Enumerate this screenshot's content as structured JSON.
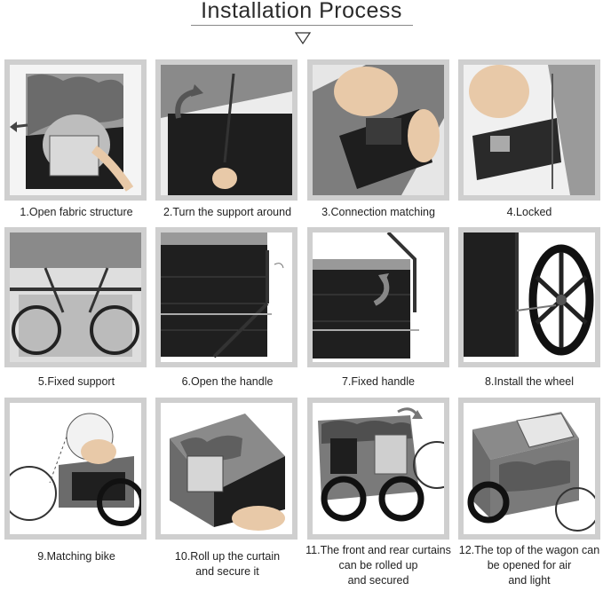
{
  "header": {
    "title": "Installation Process"
  },
  "steps": [
    {
      "caption": [
        "1.Open fabric structure"
      ]
    },
    {
      "caption": [
        "2.Turn the support around"
      ]
    },
    {
      "caption": [
        "3.Connection matching"
      ]
    },
    {
      "caption": [
        "4.Locked"
      ]
    },
    {
      "caption": [
        "5.Fixed support"
      ]
    },
    {
      "caption": [
        "6.Open the handle"
      ]
    },
    {
      "caption": [
        "7.Fixed handle"
      ]
    },
    {
      "caption": [
        "8.Install the wheel"
      ]
    },
    {
      "caption": [
        "9.Matching bike"
      ]
    },
    {
      "caption": [
        "10.Roll up the curtain",
        "and secure it"
      ]
    },
    {
      "caption": [
        "11.The front and rear curtains",
        "can be rolled up",
        "and secured"
      ]
    },
    {
      "caption": [
        "12.The top of the wagon can",
        "be opened for air",
        "and light"
      ]
    }
  ],
  "icons": {
    "header_arrow": "triangle-down-outline-icon"
  },
  "colors": {
    "frame": "#cfcfcf",
    "fabric_dark": "#1e1e1e",
    "camo_light": "#cfcfcf",
    "camo_dark": "#6b6b6b"
  }
}
